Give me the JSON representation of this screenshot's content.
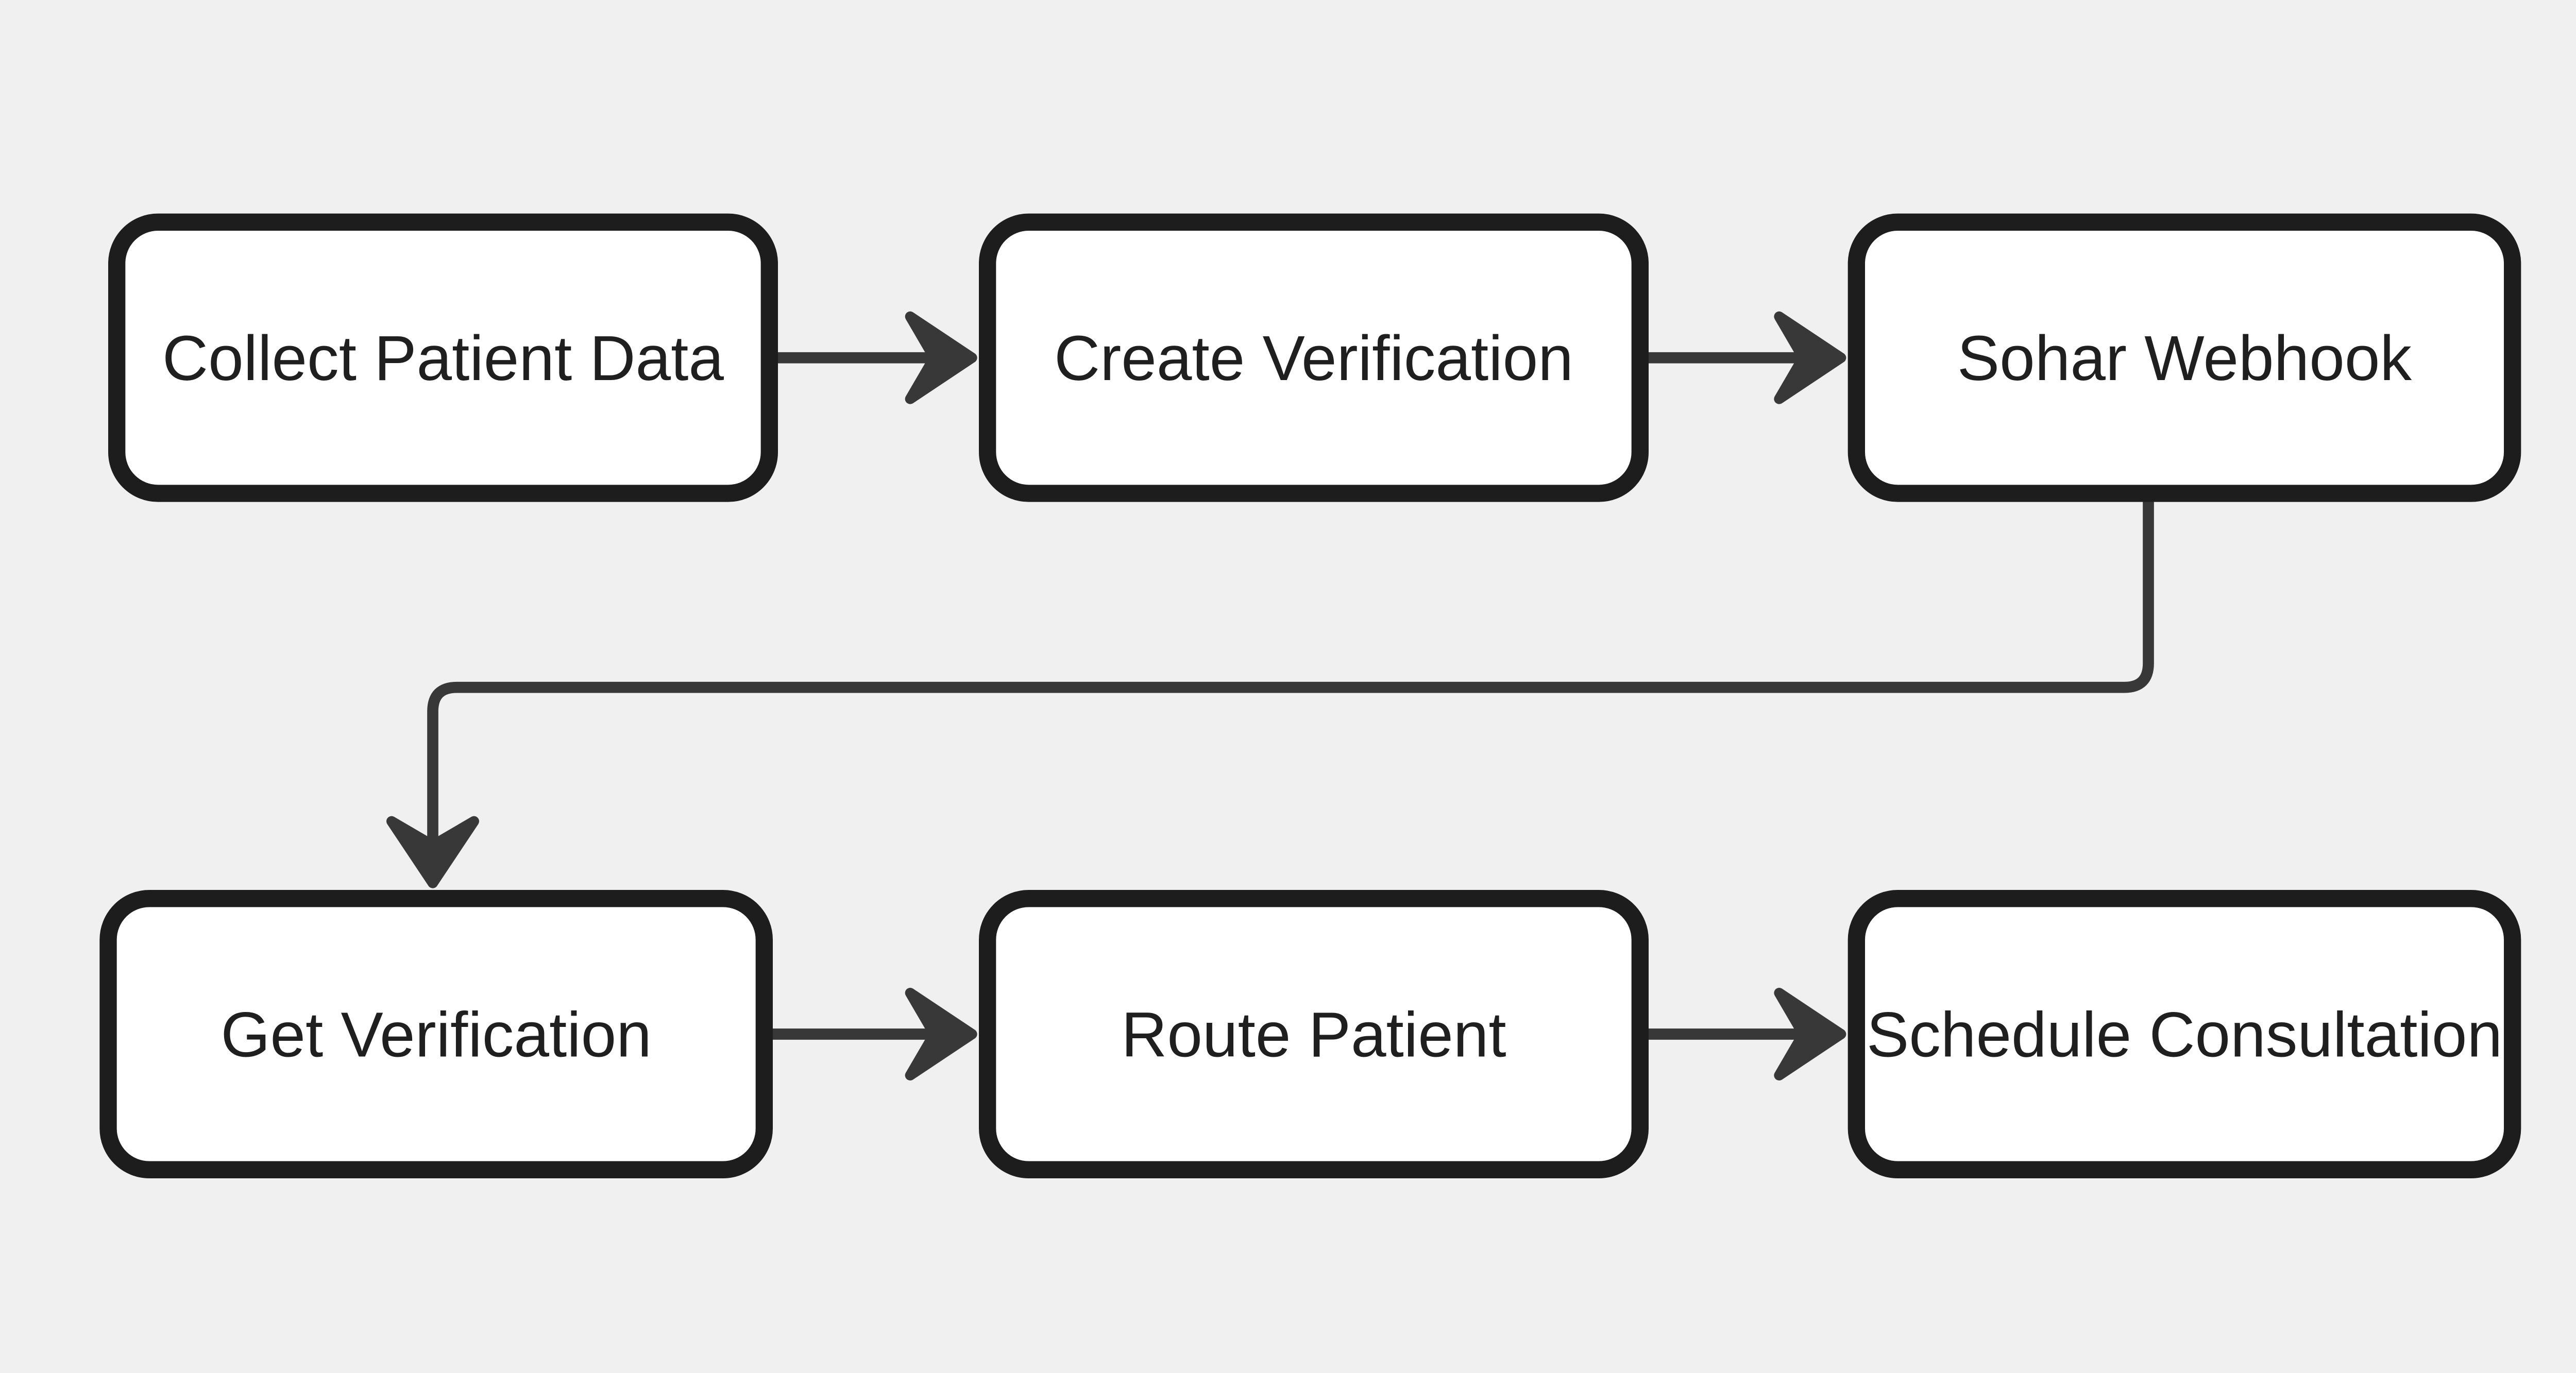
{
  "diagram": {
    "type": "flowchart",
    "background_color": "#f0f0f0",
    "node_fill_color": "#ffffff",
    "node_border_color": "#1d1d1d",
    "connector_color": "#383838",
    "text_color": "#1f1f1f",
    "nodes": [
      {
        "id": "collect-patient-data",
        "label": "Collect Patient Data",
        "row": 1,
        "col": 1
      },
      {
        "id": "create-verification",
        "label": "Create Verification",
        "row": 1,
        "col": 2
      },
      {
        "id": "sohar-webhook",
        "label": "Sohar Webhook",
        "row": 1,
        "col": 3
      },
      {
        "id": "get-verification",
        "label": "Get Verification",
        "row": 2,
        "col": 1
      },
      {
        "id": "route-patient",
        "label": "Route Patient",
        "row": 2,
        "col": 2
      },
      {
        "id": "schedule-consultation",
        "label": "Schedule Consultation",
        "row": 2,
        "col": 3
      }
    ],
    "edges": [
      {
        "from": "collect-patient-data",
        "to": "create-verification",
        "shape": "straight-right"
      },
      {
        "from": "create-verification",
        "to": "sohar-webhook",
        "shape": "straight-right"
      },
      {
        "from": "sohar-webhook",
        "to": "get-verification",
        "shape": "elbow-down-left-down"
      },
      {
        "from": "get-verification",
        "to": "route-patient",
        "shape": "straight-right"
      },
      {
        "from": "route-patient",
        "to": "schedule-consultation",
        "shape": "straight-right"
      }
    ]
  }
}
